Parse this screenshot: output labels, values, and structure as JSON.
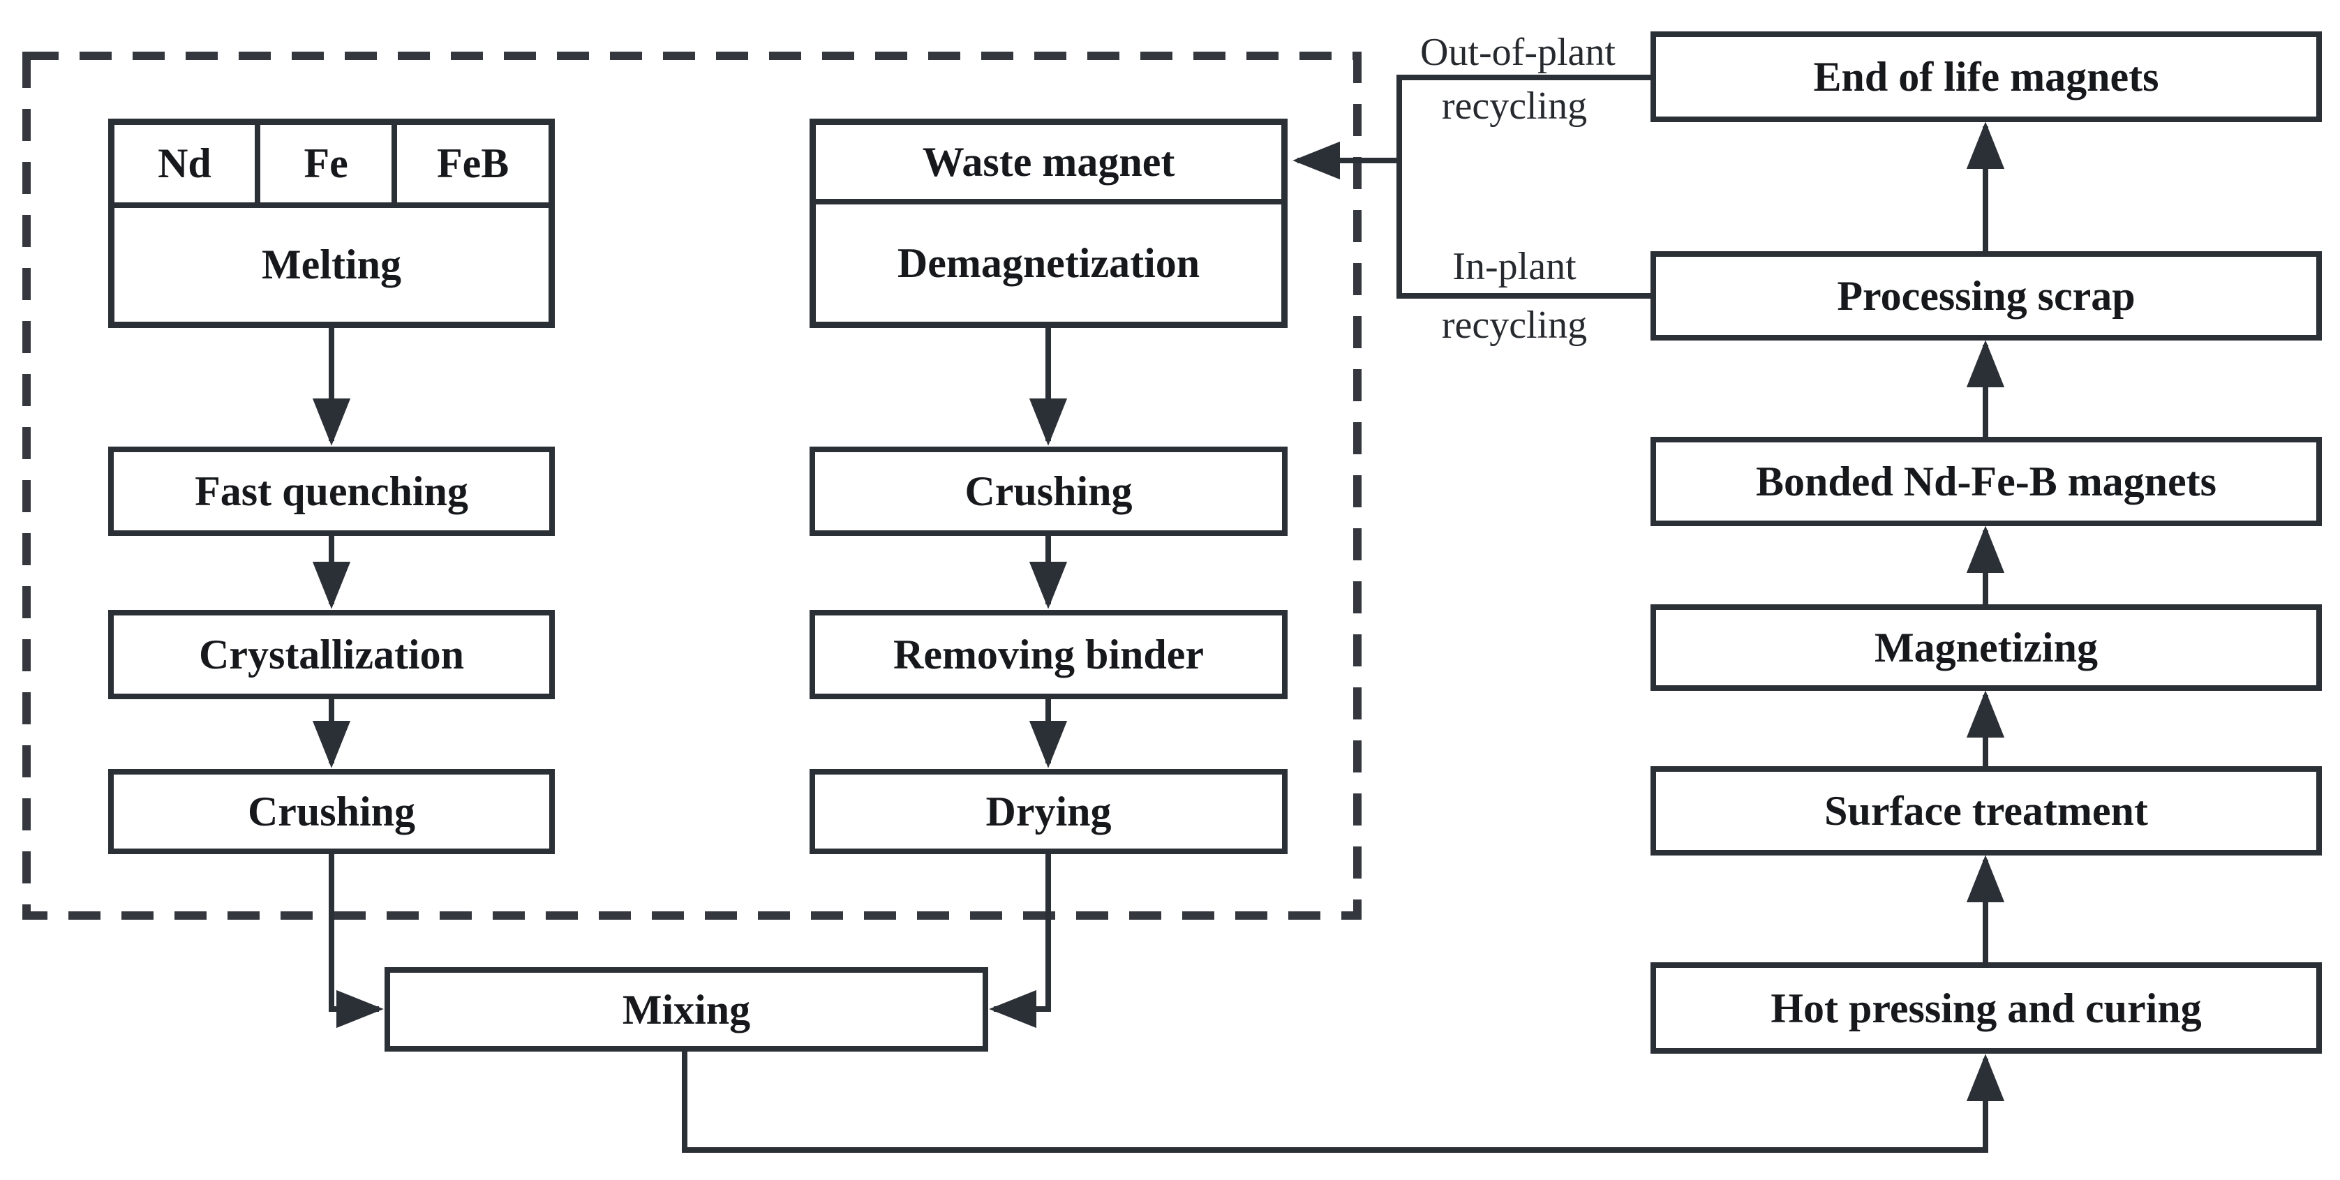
{
  "boxes": {
    "nd": "Nd",
    "fe": "Fe",
    "feb": "FeB",
    "melting": "Melting",
    "fast_quenching": "Fast quenching",
    "crystallization": "Crystallization",
    "crushing_left": "Crushing",
    "waste_magnet": "Waste magnet",
    "demagnetization": "Demagnetization",
    "crushing_right": "Crushing",
    "removing_binder": "Removing binder",
    "drying": "Drying",
    "mixing": "Mixing",
    "end_of_life": "End of life magnets",
    "processing_scrap": "Processing scrap",
    "bonded_magnets": "Bonded Nd-Fe-B magnets",
    "magnetizing": "Magnetizing",
    "surface_treatment": "Surface treatment",
    "hot_pressing": "Hot pressing and curing"
  },
  "labels": {
    "out_of_plant_line1": "Out-of-plant",
    "out_of_plant_line2": "recycling",
    "in_plant_line1": "In-plant",
    "in_plant_line2": "recycling"
  },
  "colors": {
    "line": "#2b2f36",
    "dashed_border": "#34383e",
    "text": "#16181c",
    "background": "#ffffff"
  }
}
